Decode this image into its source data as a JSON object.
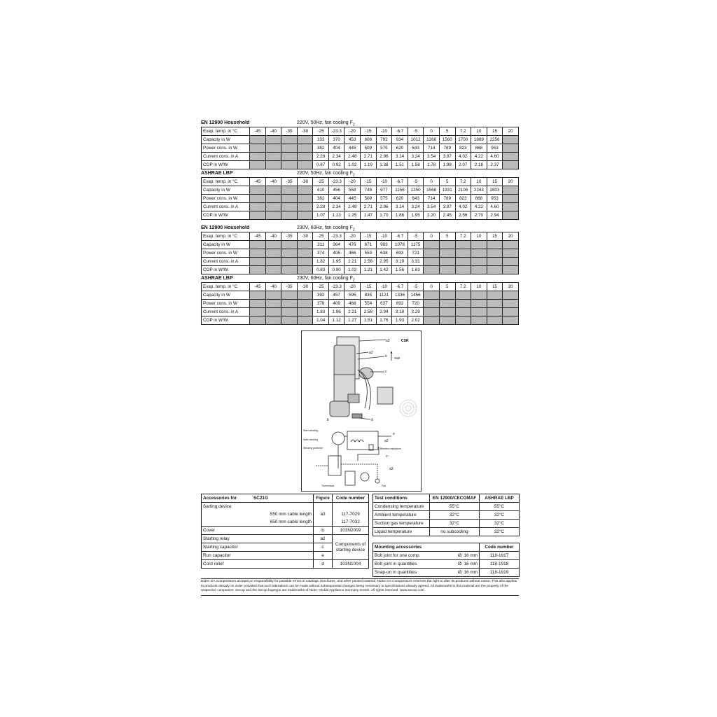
{
  "perf_tables": [
    {
      "title": "EN 12900 Household",
      "condition": "220V, 50Hz, fan cooling F",
      "condition_sub": "2",
      "header_label": "Evap. temp. in °C",
      "temps": [
        "-45",
        "-40",
        "-35",
        "-30",
        "-25",
        "-23.3",
        "-20",
        "-15",
        "-10",
        "-6.7",
        "-5",
        "0",
        "5",
        "7.2",
        "10",
        "15",
        "20"
      ],
      "rows": [
        {
          "label": "Capacity in W",
          "values": [
            null,
            null,
            null,
            null,
            "333",
            "370",
            "453",
            "606",
            "792",
            "934",
            "1012",
            "1268",
            "1560",
            "1700",
            "1889",
            "2256",
            null
          ]
        },
        {
          "label": "Power cons. in W",
          "values": [
            null,
            null,
            null,
            null,
            "382",
            "404",
            "445",
            "509",
            "575",
            "620",
            "643",
            "714",
            "789",
            "823",
            "868",
            "953",
            null
          ]
        },
        {
          "label": "Current cons. in A",
          "values": [
            null,
            null,
            null,
            null,
            "2.28",
            "2.34",
            "2.48",
            "2.71",
            "2.96",
            "3.14",
            "3.24",
            "3.54",
            "3.87",
            "4.02",
            "4.22",
            "4.60",
            null
          ]
        },
        {
          "label": "COP in W/W",
          "values": [
            null,
            null,
            null,
            null,
            "0.87",
            "0.92",
            "1.02",
            "1.19",
            "1.38",
            "1.51",
            "1.58",
            "1.78",
            "1.98",
            "2.07",
            "2.18",
            "2.37",
            null
          ]
        }
      ]
    },
    {
      "title": "ASHRAE LBP",
      "condition": "220V, 50Hz, fan cooling F",
      "condition_sub": "2",
      "header_label": "Evap. temp. in °C",
      "temps": [
        "-45",
        "-40",
        "-35",
        "-30",
        "-25",
        "-23.3",
        "-20",
        "-15",
        "-10",
        "-6.7",
        "-5",
        "0",
        "5",
        "7.2",
        "10",
        "15",
        "20"
      ],
      "rows": [
        {
          "label": "Capacity in W",
          "values": [
            null,
            null,
            null,
            null,
            "410",
            "456",
            "558",
            "746",
            "977",
            "1156",
            "1250",
            "1568",
            "1931",
            "2106",
            "2343",
            "2803",
            null
          ]
        },
        {
          "label": "Power cons. in W",
          "values": [
            null,
            null,
            null,
            null,
            "382",
            "404",
            "445",
            "509",
            "575",
            "620",
            "643",
            "714",
            "789",
            "823",
            "868",
            "953",
            null
          ]
        },
        {
          "label": "Current cons. in A",
          "values": [
            null,
            null,
            null,
            null,
            "2.28",
            "2.34",
            "2.48",
            "2.71",
            "2.96",
            "3.14",
            "3.24",
            "3.54",
            "3.87",
            "4.02",
            "4.22",
            "4.60",
            null
          ]
        },
        {
          "label": "COP in W/W",
          "values": [
            null,
            null,
            null,
            null,
            "1.07",
            "1.13",
            "1.25",
            "1.47",
            "1.70",
            "1.86",
            "1.95",
            "2.20",
            "2.45",
            "2.56",
            "2.70",
            "2.94",
            null
          ]
        }
      ]
    },
    {
      "title": "EN 12900 Household",
      "condition": "230V, 60Hz, fan cooling F",
      "condition_sub": "2",
      "header_label": "Evap. temp. in °C",
      "temps": [
        "-45",
        "-40",
        "-35",
        "-30",
        "-25",
        "-23.3",
        "-20",
        "-15",
        "-10",
        "-6.7",
        "-5",
        "0",
        "5",
        "7.2",
        "10",
        "15",
        "20"
      ],
      "rows": [
        {
          "label": "Capacity in W",
          "values": [
            null,
            null,
            null,
            null,
            "311",
            "364",
            "476",
            "671",
            "903",
            "1078",
            "1175",
            null,
            null,
            null,
            null,
            null,
            null
          ]
        },
        {
          "label": "Power cons. in W",
          "values": [
            null,
            null,
            null,
            null,
            "374",
            "406",
            "466",
            "553",
            "638",
            "693",
            "721",
            null,
            null,
            null,
            null,
            null,
            null
          ]
        },
        {
          "label": "Current cons. in A",
          "values": [
            null,
            null,
            null,
            null,
            "1.82",
            "1.95",
            "2.21",
            "2.58",
            "2.95",
            "3.19",
            "3.31",
            null,
            null,
            null,
            null,
            null,
            null
          ]
        },
        {
          "label": "COP in W/W",
          "values": [
            null,
            null,
            null,
            null,
            "0.83",
            "0.90",
            "1.02",
            "1.21",
            "1.42",
            "1.56",
            "1.63",
            null,
            null,
            null,
            null,
            null,
            null
          ]
        }
      ]
    },
    {
      "title": "ASHRAE LBP",
      "condition": "230V, 60Hz, fan cooling F",
      "condition_sub": "2",
      "header_label": "Evap. temp. in °C",
      "temps": [
        "-45",
        "-40",
        "-35",
        "-30",
        "-25",
        "-23.3",
        "-20",
        "-15",
        "-10",
        "-6.7",
        "-5",
        "0",
        "5",
        "7.2",
        "10",
        "15",
        "20"
      ],
      "rows": [
        {
          "label": "Capacity in W",
          "values": [
            null,
            null,
            null,
            null,
            "392",
            "457",
            "595",
            "835",
            "1121",
            "1336",
            "1456",
            null,
            null,
            null,
            null,
            null,
            null
          ]
        },
        {
          "label": "Power cons. in W",
          "values": [
            null,
            null,
            null,
            null,
            "378",
            "409",
            "468",
            "554",
            "637",
            "692",
            "720",
            null,
            null,
            null,
            null,
            null,
            null
          ]
        },
        {
          "label": "Current cons. in A",
          "values": [
            null,
            null,
            null,
            null,
            "1.83",
            "1.96",
            "2.21",
            "2.58",
            "2.94",
            "3.18",
            "3.29",
            null,
            null,
            null,
            null,
            null,
            null
          ]
        },
        {
          "label": "COP in W/W",
          "values": [
            null,
            null,
            null,
            null,
            "1.04",
            "1.12",
            "1.27",
            "1.51",
            "1.76",
            "1.93",
            "2.02",
            null,
            null,
            null,
            null,
            null,
            null
          ]
        }
      ]
    }
  ],
  "diagram": {
    "title": "CSR",
    "top_label": "TOP",
    "labels": {
      "a3": "a3",
      "a2": "a2",
      "e": "e",
      "c": "c",
      "b": "b",
      "d": "d",
      "start_winding": "Start winding",
      "main_winding": "Main winding",
      "winding_protector": "Winding protector",
      "bleeder": "Bleeder resistance",
      "thermostat": "Thermostat",
      "fan": "Fan"
    }
  },
  "accessories": {
    "header": {
      "label": "Accessories for",
      "model": "SC21G",
      "figure": "Figure",
      "code": "Code number"
    },
    "starting_device": "Sarting device",
    "cable_550": "550 mm cable length",
    "cable_550_code": "117-7029",
    "cable_650": "650 mm cable length",
    "cable_650_code": "117-7032",
    "starting_device_fig": "a3",
    "cover": "Cover",
    "cover_fig": "b",
    "cover_code": "103N2009",
    "relay": "Starting relay",
    "relay_fig": "a2",
    "start_cap": "Starting capacitor",
    "start_cap_fig": "c",
    "run_cap": "Run capacitor",
    "run_cap_fig": "e",
    "components_note": "Components of starting device",
    "cord": "Cord relief",
    "cord_fig": "d",
    "cord_code": "103N1004"
  },
  "test_conditions": {
    "header": [
      "Test conditions",
      "EN 12900/CECOMAF",
      "ASHRAE LBP"
    ],
    "rows": [
      [
        "Condensing temperature",
        "55°C",
        "55°C"
      ],
      [
        "Ambient temperature",
        "32°C",
        "32°C"
      ],
      [
        "Suction gas temperature",
        "32°C",
        "32°C"
      ],
      [
        "Liquid temperature",
        "no subcooling",
        "32°C"
      ]
    ]
  },
  "mounting": {
    "header": [
      "Mounting accessories",
      "Code number"
    ],
    "rows": [
      [
        "Bolt joint for one comp.",
        "Ø: 16 mm",
        "118-1917"
      ],
      [
        "Bolt joint in quantities",
        "Ø: 16 mm",
        "118-1918"
      ],
      [
        "Snap-on in quantities",
        "Ø: 16 mm",
        "118-1919"
      ]
    ]
  },
  "footer": "Nidec GA Compressors accepts no responsibility for possible errors in catalogs, brochures, and other printed material. Nidec GA Compressors reserves the right to alter its products without notice. This also applies to products already on order provided that such alterations can be made without subsequential changes being necessary to specifications already agreed. All trademarks in this material are the property of the respective companies. Secop and the Secop logotype are trademarks of Nidec Global Appliance Germany GmbH. All rights reserved. www.secop.com"
}
